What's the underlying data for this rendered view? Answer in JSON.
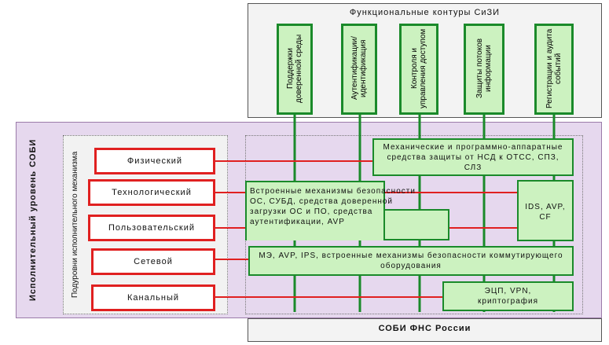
{
  "top_title": "Функциональные контуры СиЗИ",
  "columns": [
    "Поддержки доверенной среды",
    "Аутентификации/ идентификация",
    "Контроля и управления доступом",
    "Защиты потоков информации",
    "Регистрации и аудита событий"
  ],
  "level_title": "Исполнительный уровень СОБИ",
  "sublevel_title": "Подуровни исполнительного механизма",
  "layers": [
    "Физический",
    "Технологический",
    "Пользовательский",
    "Сетевой",
    "Канальный"
  ],
  "boxes": {
    "mech": "Механические и программно-аппаратные средства защиты от НСД к ОТСС, СПЗ, СЛЗ",
    "builtin": "Встроенные механизмы безопасности ОС, СУБД, средства доверенной загрузки ОС и ПО, средства аутентификации, AVP",
    "ids": "IDS, AVP, CF",
    "net": "МЭ, AVP, IPS, встроенные механизмы безопасности коммутирующего оборудования",
    "crypto": "ЭЦП, VPN, криптография"
  },
  "bottom_title": "СОБИ ФНС России",
  "colors": {
    "green_border": "#1a8a2a",
    "green_fill": "#ccf2c0",
    "red": "#e02020",
    "purple": "#e6d8ee"
  }
}
